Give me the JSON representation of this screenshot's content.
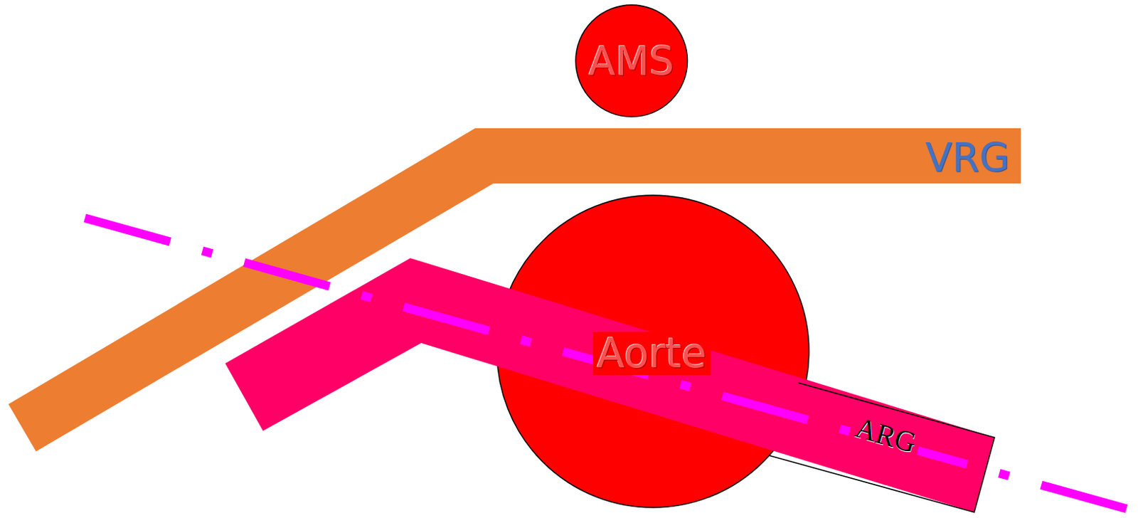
{
  "diagram": {
    "nodes": [
      {
        "text": [
          "AMS"
        ]
      },
      {
        "text": [
          "VRG"
        ]
      },
      {
        "text": [
          "Aorte"
        ]
      },
      {
        "text": [
          "ARG"
        ]
      }
    ]
  }
}
